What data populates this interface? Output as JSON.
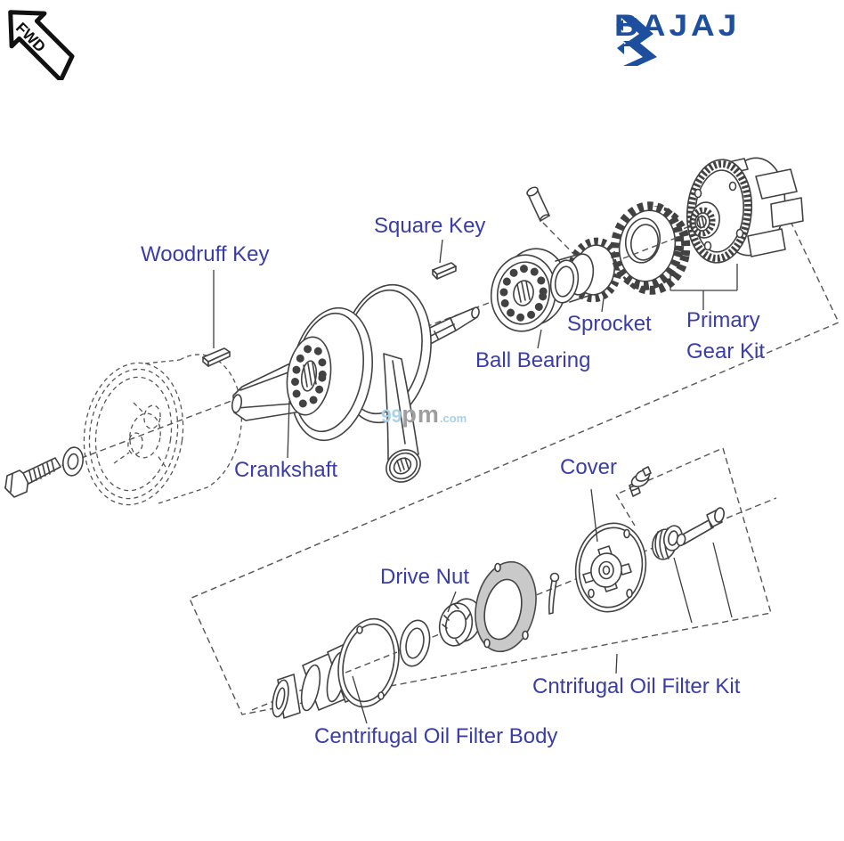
{
  "header": {
    "fwd_label": "FWD",
    "brand": "BAJAJ"
  },
  "watermark": {
    "part1": "99",
    "part2": "pm",
    "part3": ".com"
  },
  "labels": {
    "woodruff_key": "Woodruff Key",
    "square_key": "Square Key",
    "ball_bearing": "Ball Bearing",
    "sprocket": "Sprocket",
    "primary_gear_kit_line1": "Primary",
    "primary_gear_kit_line2": "Gear Kit",
    "crankshaft": "Crankshaft",
    "cover": "Cover",
    "drive_nut": "Drive Nut",
    "oil_filter_kit": "Cntrifugal Oil Filter Kit",
    "oil_filter_body": "Centrifugal Oil Filter Body"
  },
  "colors": {
    "label_blue": "#3a3da8",
    "brand_blue": "#1d4f9e",
    "line_gray": "#424242",
    "gasket_gray": "#c9c9c9",
    "watermark_blue": "#a8d2e8",
    "watermark_gray": "#9e9e9e"
  }
}
